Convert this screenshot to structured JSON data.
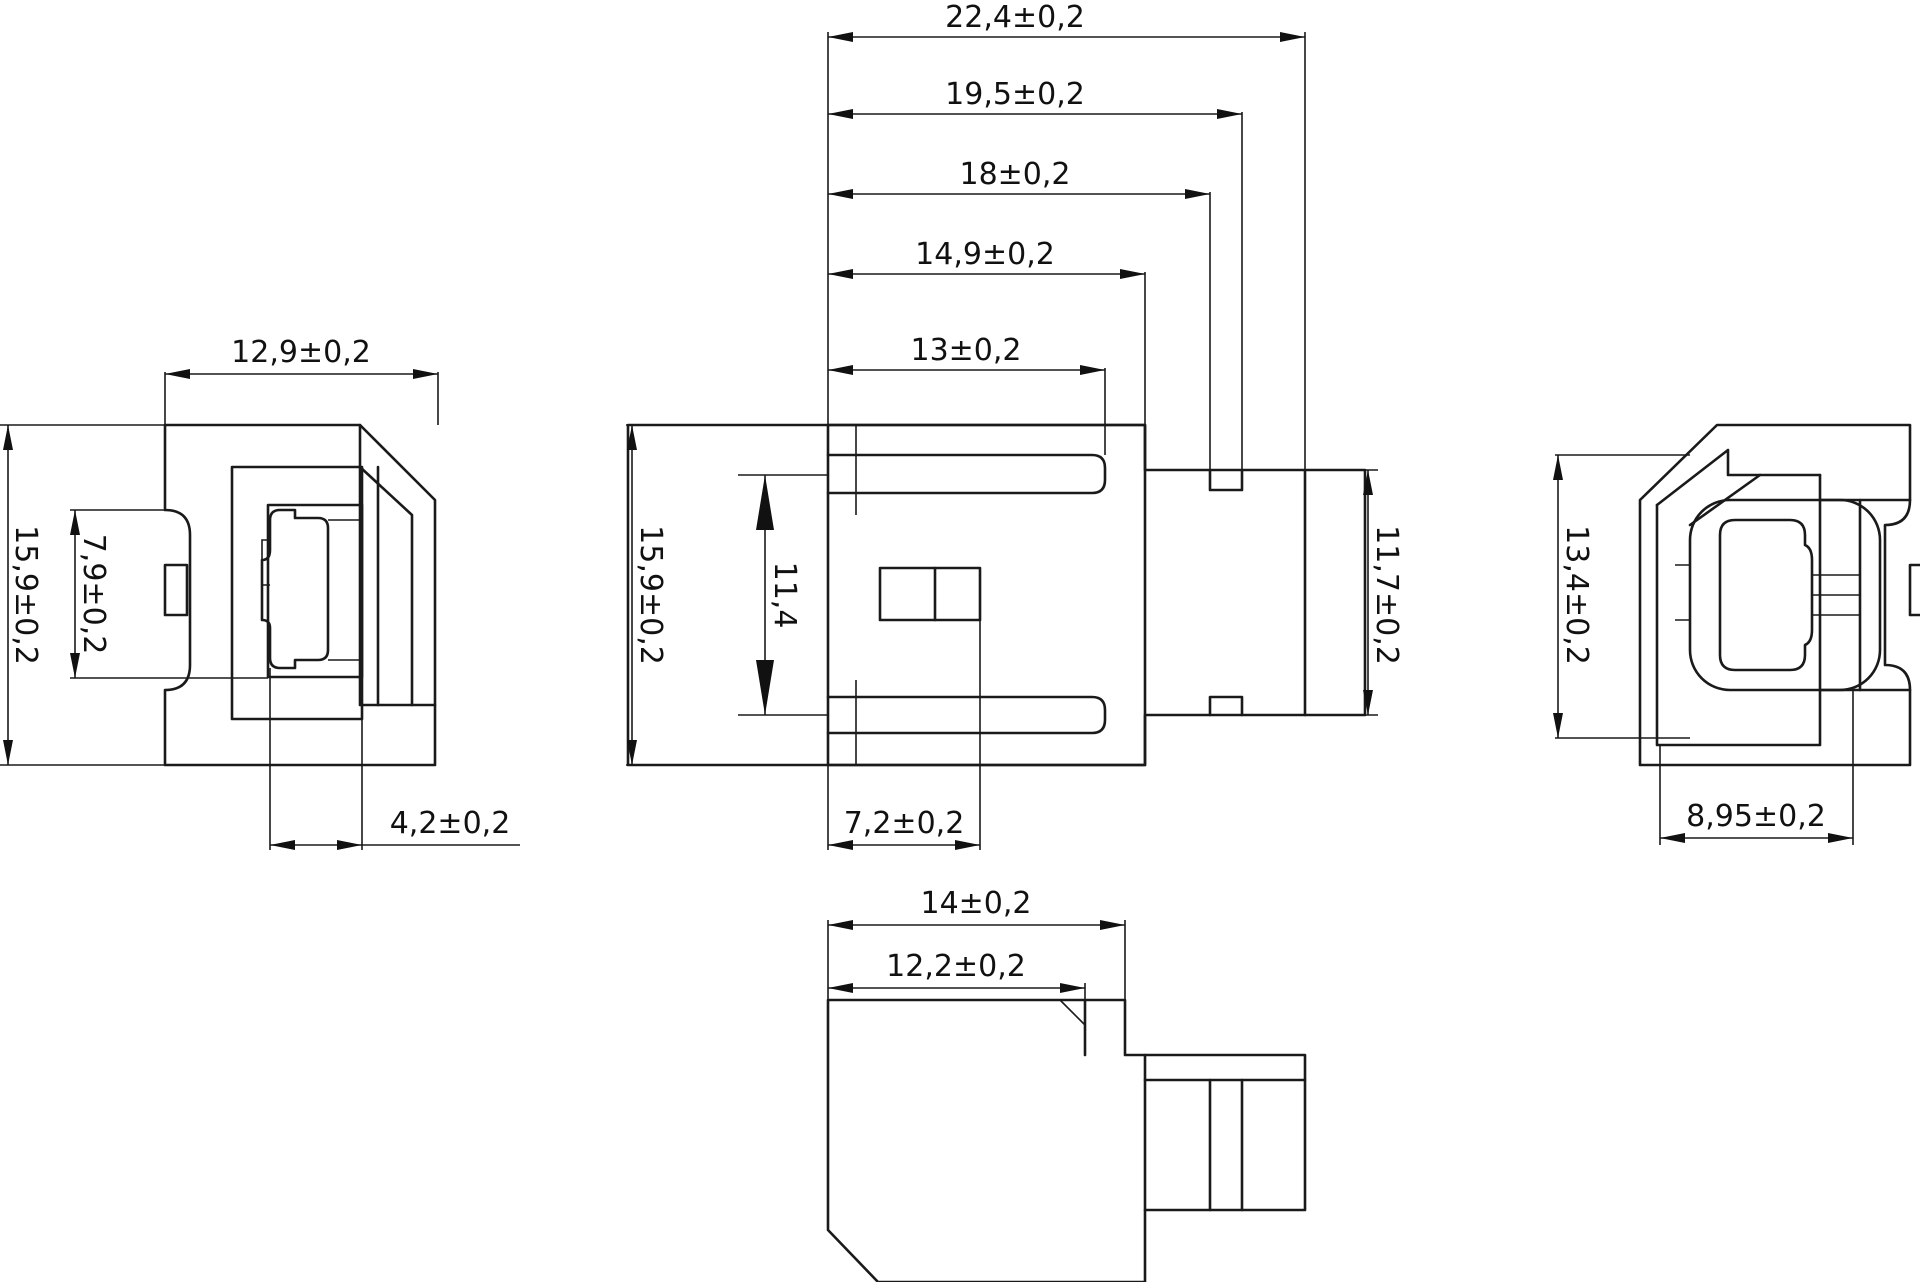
{
  "dimensions": {
    "left_width": "12,9±0,2",
    "left_height": "15,9±0,2",
    "left_inner": "7,9±0,2",
    "left_depth": "4,2±0,2",
    "top_22": "22,4±0,2",
    "top_19": "19,5±0,2",
    "top_18": "18±0,2",
    "top_14_9": "14,9±0,2",
    "top_13": "13±0,2",
    "center_height": "15,9±0,2",
    "center_11_4": "11,4",
    "center_11_7": "11,7±0,2",
    "center_7_2": "7,2±0,2",
    "right_height": "13,4±0,2",
    "right_width": "8,95±0,2",
    "bottom_14": "14±0,2",
    "bottom_12_2": "12,2±0,2"
  }
}
